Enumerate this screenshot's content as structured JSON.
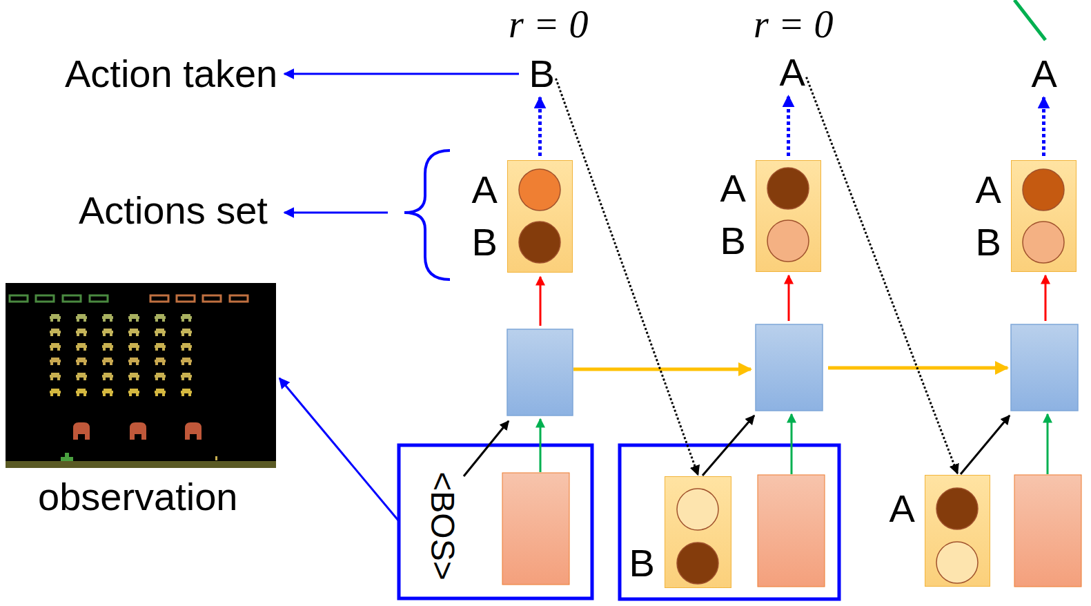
{
  "diagram": {
    "nodes": [
      {
        "text": [
          "B"
        ]
      },
      {
        "text": [
          "A"
        ]
      },
      {
        "text": [
          "A"
        ]
      },
      {
        "text": [
          "A",
          "B"
        ]
      },
      {
        "text": [
          "A",
          "B"
        ]
      },
      {
        "text": [
          "A",
          "B"
        ]
      },
      {
        "text": [
          "B"
        ]
      },
      {
        "text": [
          "A"
        ]
      }
    ],
    "edges": [
      {
        "from": 3,
        "to": 0,
        "arrow": "to"
      },
      {
        "from": 4,
        "to": 1,
        "arrow": "to"
      },
      {
        "from": 5,
        "to": 2,
        "arrow": "to"
      },
      {
        "from": 0,
        "to": 6,
        "arrow": "to"
      },
      {
        "from": 1,
        "to": 7,
        "arrow": "to"
      }
    ],
    "labels": [
      "r = 0",
      "r = 0",
      "Action taken",
      "Actions set",
      "observation",
      "<BOS>"
    ]
  }
}
